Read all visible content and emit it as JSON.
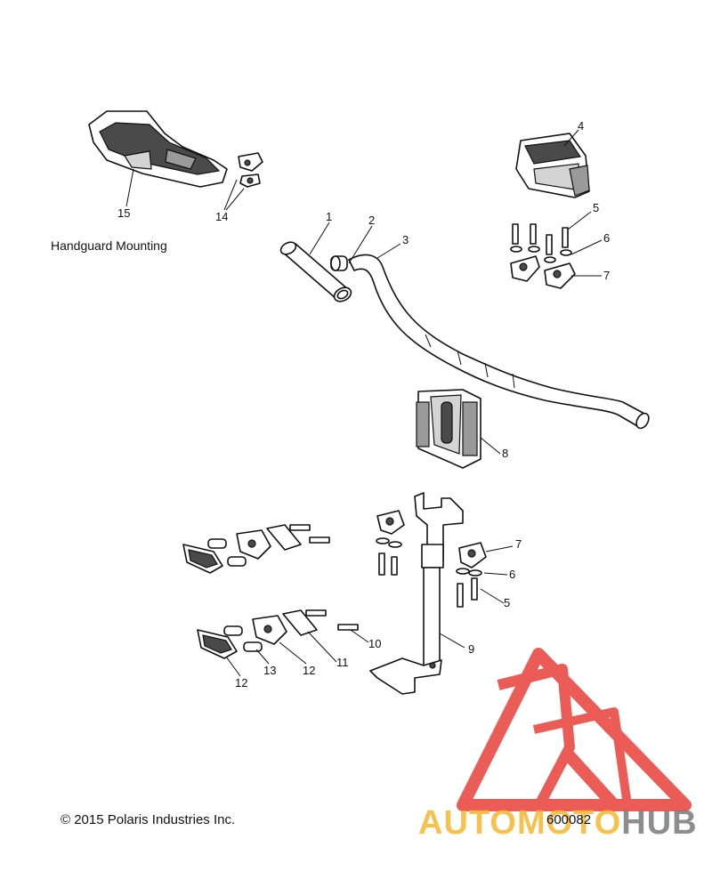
{
  "diagram": {
    "caption": "Handguard Mounting",
    "copyright": "© 2015 Polaris Industries Inc.",
    "drawing_number": "600082",
    "callouts": {
      "c1": "1",
      "c2": "2",
      "c3": "3",
      "c4": "4",
      "c5a": "5",
      "c6a": "6",
      "c7a": "7",
      "c8": "8",
      "c7b": "7",
      "c6b": "6",
      "c5b": "5",
      "c9": "9",
      "c10": "10",
      "c11": "11",
      "c12a": "12",
      "c13": "13",
      "c12b": "12",
      "c14": "14",
      "c15": "15"
    }
  },
  "watermark": {
    "text_part1": "AUTOMOTO",
    "text_part2": "HUB",
    "color_primary": "#e8403a",
    "color_secondary": "#f5b82e",
    "color_tertiary": "#7a7a7a"
  }
}
